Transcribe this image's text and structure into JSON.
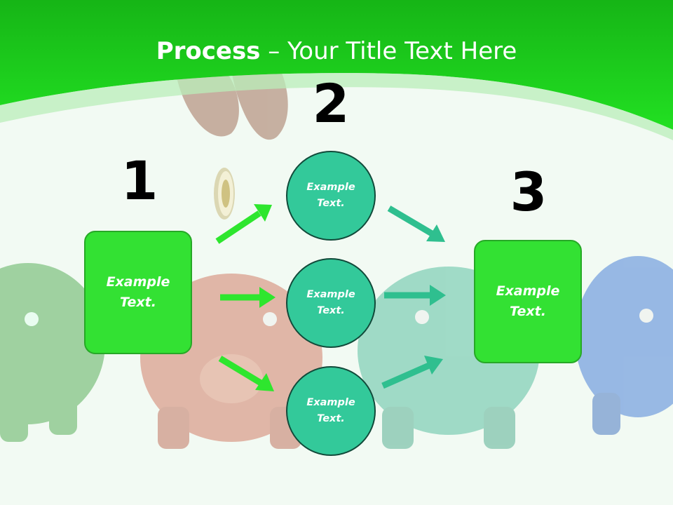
{
  "slide": {
    "title_bold": "Process",
    "title_rest": " – Your Title Text Here"
  },
  "steps": {
    "one": "1",
    "two": "2",
    "three": "3"
  },
  "boxes": {
    "left": "Example Text.",
    "right": "Example Text."
  },
  "circles": {
    "top": "Example Text.",
    "middle": "Example Text.",
    "bottom": "Example Text."
  },
  "colors": {
    "header_green": "#1fd81f",
    "box_green": "#33e133",
    "circle_teal": "#33c99a",
    "arrow_green": "#2ee62e",
    "arrow_teal": "#2fbf8f"
  }
}
